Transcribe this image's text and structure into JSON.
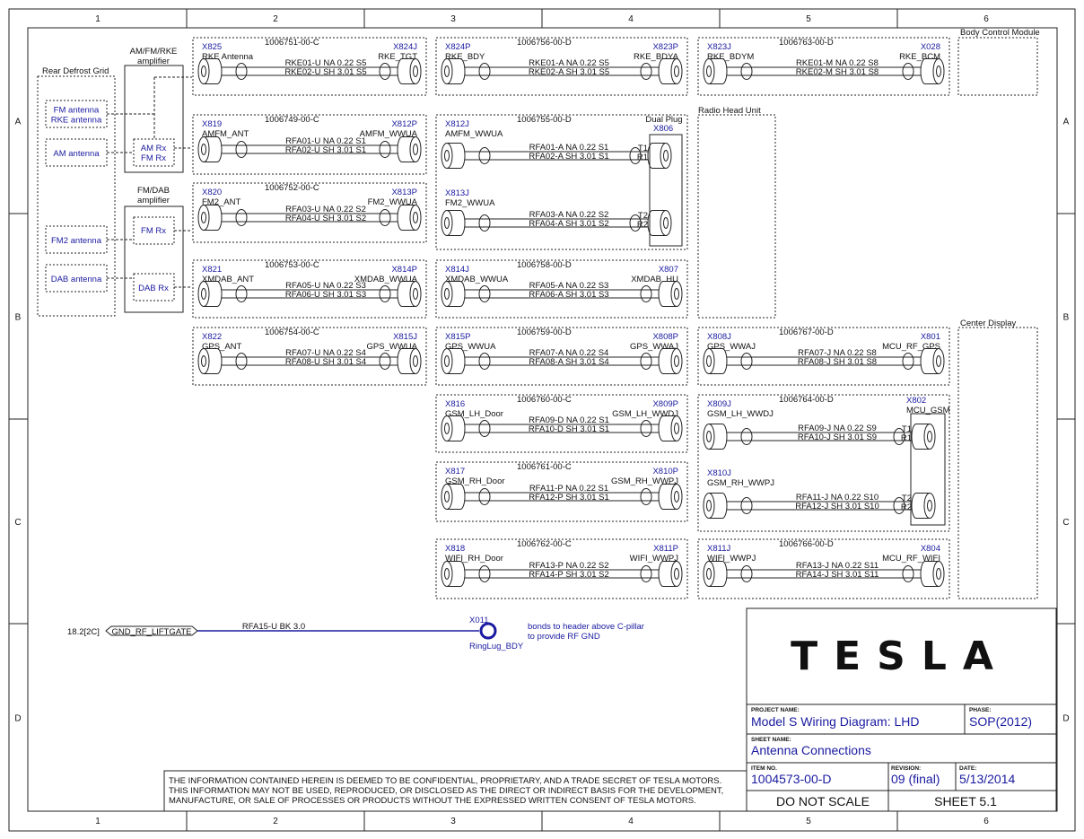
{
  "grid": {
    "columns": [
      "1",
      "2",
      "3",
      "4",
      "5",
      "6"
    ],
    "rows": [
      "A",
      "B",
      "C",
      "D"
    ]
  },
  "antenna_groups": [
    {
      "title": "Rear Defrost Grid",
      "items": [
        "FM antenna|RKE antenna",
        "AM antenna",
        "FM2 antenna",
        "DAB antenna"
      ]
    },
    {
      "title": "AM/FM/RKE|amplifier",
      "items": [
        "AM Rx|FM Rx"
      ]
    },
    {
      "title": "FM/DAB|amplifier",
      "items": [
        "FM Rx",
        "DAB Rx"
      ]
    }
  ],
  "cables": [
    {
      "pn": "1006751-00-C",
      "left_id": "X825",
      "left_name": "RKE Antenna",
      "right_id": "X824J",
      "right_name": "RKE_TGT",
      "line1": "RKE01-U NA 0.22 S5",
      "line2": "RKE02-U SH 3.01 S5"
    },
    {
      "pn": "1006749-00-C",
      "left_id": "X819",
      "left_name": "AMFM_ANT",
      "right_id": "X812P",
      "right_name": "AMFM_WWUA",
      "line1": "RFA01-U NA 0.22 S1",
      "line2": "RFA02-U SH 3.01 S1"
    },
    {
      "pn": "1006752-00-C",
      "left_id": "X820",
      "left_name": "FM2_ANT",
      "right_id": "X813P",
      "right_name": "FM2_WWUA",
      "line1": "RFA03-U NA 0.22 S2",
      "line2": "RFA04-U SH 3.01 S2"
    },
    {
      "pn": "1006753-00-C",
      "left_id": "X821",
      "left_name": "XMDAB_ANT",
      "right_id": "X814P",
      "right_name": "XMDAB_WWUA",
      "line1": "RFA05-U NA 0.22 S3",
      "line2": "RFA06-U SH 3.01 S3"
    },
    {
      "pn": "1006754-00-C",
      "left_id": "X822",
      "left_name": "GPS_ANT",
      "right_id": "X815J",
      "right_name": "GPS_WWUA",
      "line1": "RFA07-U NA 0.22 S4",
      "line2": "RFA08-U SH 3.01 S4"
    },
    {
      "pn": "1006756-00-D",
      "left_id": "X824P",
      "left_name": "RKE_BDY",
      "right_id": "X823P",
      "right_name": "RKE_BDYA",
      "line1": "RKE01-A NA 0.22 S5",
      "line2": "RKE02-A SH 3.01 S5"
    },
    {
      "pn": "1006755-00-D",
      "left_id": "X812J",
      "left_name": "AMFM_WWUA",
      "right_id": "",
      "right_name": "",
      "line1": "RFA01-A NA 0.22 S1",
      "line2": "RFA02-A SH 3.01 S1",
      "term": "T1|R1"
    },
    {
      "pn": "",
      "left_id": "X813J",
      "left_name": "FM2_WWUA",
      "right_id": "",
      "right_name": "",
      "line1": "RFA03-A NA 0.22 S2",
      "line2": "RFA04-A SH 3.01 S2",
      "term": "T2|R2"
    },
    {
      "pn": "1006758-00-D",
      "left_id": "X814J",
      "left_name": "XMDAB_WWUA",
      "right_id": "X807",
      "right_name": "XMDAB_HU",
      "line1": "RFA05-A NA 0.22 S3",
      "line2": "RFA06-A SH 3.01 S3"
    },
    {
      "pn": "1006759-00-D",
      "left_id": "X815P",
      "left_name": "GPS_WWUA",
      "right_id": "X808P",
      "right_name": "GPS_WWAJ",
      "line1": "RFA07-A NA 0.22 S4",
      "line2": "RFA08-A SH 3.01 S4"
    },
    {
      "pn": "1006760-00-C",
      "left_id": "X816",
      "left_name": "GSM_LH_Door",
      "right_id": "X809P",
      "right_name": "GSM_LH_WWDJ",
      "line1": "RFA09-D NA 0.22 S1",
      "line2": "RFA10-D SH 3.01 S1"
    },
    {
      "pn": "1006761-00-C",
      "left_id": "X817",
      "left_name": "GSM_RH_Door",
      "right_id": "X810P",
      "right_name": "GSM_RH_WWPJ",
      "line1": "RFA11-P NA 0.22 S1",
      "line2": "RFA12-P SH 3.01 S1"
    },
    {
      "pn": "1006762-00-C",
      "left_id": "X818",
      "left_name": "WIFI_RH_Door",
      "right_id": "X811P",
      "right_name": "WIFI_WWPJ",
      "line1": "RFA13-P NA 0.22 S2",
      "line2": "RFA14-P SH 3.01 S2"
    },
    {
      "pn": "1006763-00-D",
      "left_id": "X823J",
      "left_name": "RKE_BDYM",
      "right_id": "X028",
      "right_name": "RKE_BCM",
      "line1": "RKE01-M NA 0.22 S8",
      "line2": "RKE02-M SH 3.01 S8"
    },
    {
      "pn": "1006767-00-D",
      "left_id": "X808J",
      "left_name": "GPS_WWAJ",
      "right_id": "X801",
      "right_name": "MCU_RF_GPS",
      "line1": "RFA07-J NA 0.22 S8",
      "line2": "RFA08-J SH 3.01 S8"
    },
    {
      "pn": "1006764-00-D",
      "left_id": "X809J",
      "left_name": "GSM_LH_WWDJ",
      "right_id": "",
      "right_name": "",
      "line1": "RFA09-J NA 0.22 S9",
      "line2": "RFA10-J SH 3.01 S9",
      "term": "T1|R1"
    },
    {
      "pn": "",
      "left_id": "X810J",
      "left_name": "GSM_RH_WWPJ",
      "right_id": "",
      "right_name": "",
      "line1": "RFA11-J NA 0.22 S10",
      "line2": "RFA12-J SH 3.01 S10",
      "term": "T2|R2"
    },
    {
      "pn": "1006766-00-D",
      "left_id": "X811J",
      "left_name": "WIFI_WWPJ",
      "right_id": "X804",
      "right_name": "MCU_RF_WIFI",
      "line1": "RFA13-J NA 0.22 S11",
      "line2": "RFA14-J SH 3.01 S11"
    }
  ],
  "dual_plugs": [
    {
      "title": "Dual Plug",
      "id": "X806"
    },
    {
      "title": "",
      "id": "X802",
      "name": "MCU_GSM"
    }
  ],
  "modules": [
    "Body Control Module",
    "Radio Head Unit",
    "Center Display"
  ],
  "ground": {
    "ref": "18.2[2C]",
    "net": "GND_RF_LIFTGATE",
    "wire": "RFA15-U BK 3.0",
    "lug_id": "X011",
    "lug_name": "RingLug_BDY",
    "note": "bonds to header above C-pillar|to provide RF GND"
  },
  "title_block": {
    "logo": "TESLA",
    "project_label": "PROJECT NAME:",
    "project": "Model S Wiring Diagram: LHD",
    "phase_label": "PHASE:",
    "phase": "SOP(2012)",
    "sheet_name_label": "SHEET NAME:",
    "sheet_name": "Antenna Connections",
    "item_label": "ITEM NO.",
    "item": "1004573-00-D",
    "revision_label": "REVISION:",
    "revision": "09 (final)",
    "date_label": "DATE:",
    "date": "5/13/2014",
    "scale": "DO NOT SCALE",
    "sheet": "SHEET 5.1"
  },
  "confidential": [
    "THE INFORMATION CONTAINED HEREIN IS DEEMED TO BE CONFIDENTIAL, PROPRIETARY, AND A TRADE SECRET OF TESLA MOTORS.",
    "THIS INFORMATION MAY NOT BE USED, REPRODUCED, OR DISCLOSED AS THE DIRECT OR INDIRECT BASIS FOR THE DEVELOPMENT,",
    "MANUFACTURE, OR SALE OF PROCESSES OR PRODUCTS WITHOUT THE EXPRESSED WRITTEN CONSENT OF TESLA MOTORS."
  ]
}
